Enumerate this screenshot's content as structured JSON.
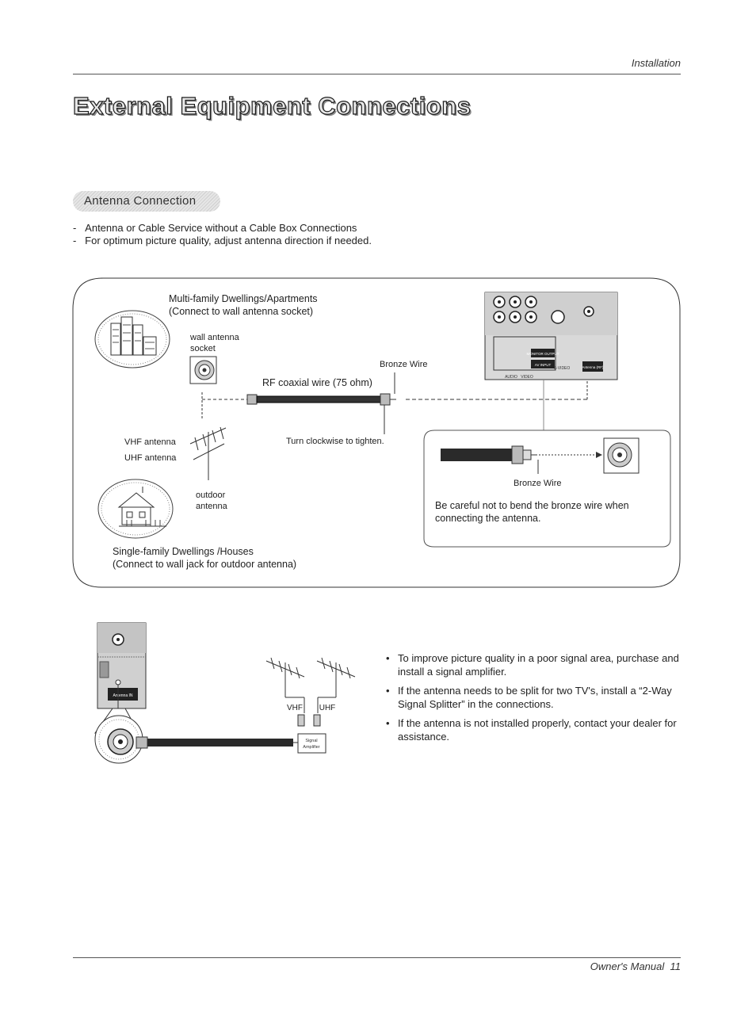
{
  "header": {
    "section_name": "Installation"
  },
  "page_title": "External Equipment Connections",
  "section_heading": "Antenna Connection",
  "intro_list": [
    "Antenna or Cable Service without a Cable Box Connections",
    "For optimum picture quality, adjust antenna direction if needed."
  ],
  "diagram1": {
    "multi_family_line1": "Multi-family Dwellings/Apartments",
    "multi_family_line2": "(Connect to wall antenna socket)",
    "wall_socket_line1": "wall antenna",
    "wall_socket_line2": "socket",
    "bronze_wire": "Bronze Wire",
    "rf_coaxial": "RF coaxial wire (75 ohm)",
    "turn_clockwise": "Turn clockwise to tighten.",
    "vhf_antenna": "VHF antenna",
    "uhf_antenna": "UHF antenna",
    "outdoor_line1": "outdoor",
    "outdoor_line2": "antenna",
    "single_family_line1": "Single-family Dwellings /Houses",
    "single_family_line2": "(Connect to wall jack for outdoor antenna)",
    "panel_monitor_output": "MONITOR OUTPUT",
    "panel_av_input": "AV INPUT",
    "panel_antenna_in": "Antenna (RF)",
    "panel_audio": "AUDIO",
    "panel_video": "VIDEO",
    "panel_svideo": "S-VIDEO",
    "inset_bronze_wire": "Bronze Wire",
    "inset_note_line1": "Be careful not to bend the bronze wire when",
    "inset_note_line2": "connecting the antenna."
  },
  "diagram2": {
    "vhf": "VHF",
    "uhf": "UHF",
    "amplifier_line1": "Signal",
    "amplifier_line2": "Amplifier",
    "panel_antenna_in": "Antenna IN"
  },
  "tips": [
    "To improve picture quality in a poor signal area, purchase and install a signal amplifier.",
    "If the antenna needs to be split for two TV's, install a “2-Way Signal Splitter” in the connections.",
    "If the antenna is not installed properly, contact your dealer for assistance."
  ],
  "footer": {
    "manual_label": "Owner's Manual",
    "page_number": "11"
  }
}
